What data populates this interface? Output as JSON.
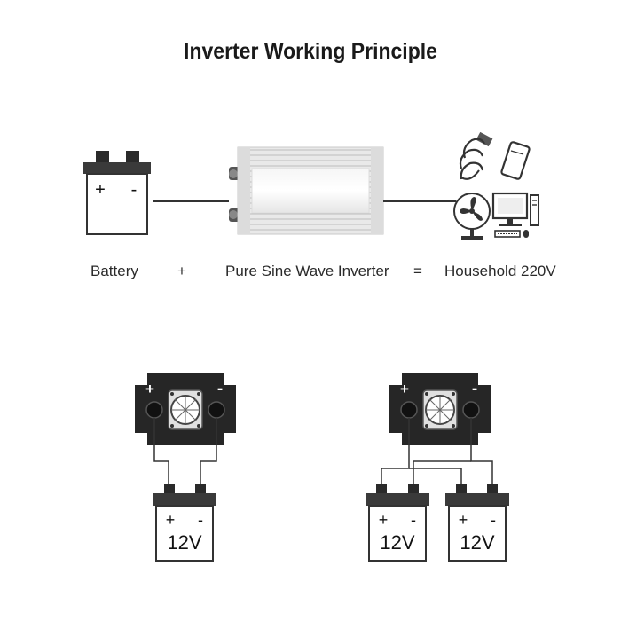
{
  "title": "Inverter Working Principle",
  "captions": {
    "battery": "Battery",
    "plus_op": "+",
    "inverter": "Pure Sine Wave Inverter",
    "equals_op": "=",
    "household": "Household 220V"
  },
  "top_battery": {
    "plus": "+",
    "minus": "-"
  },
  "inverter_terminals": {
    "plus": "+",
    "minus": "-"
  },
  "battery_12v": {
    "plus": "+",
    "minus": "-",
    "voltage": "12V"
  }
}
